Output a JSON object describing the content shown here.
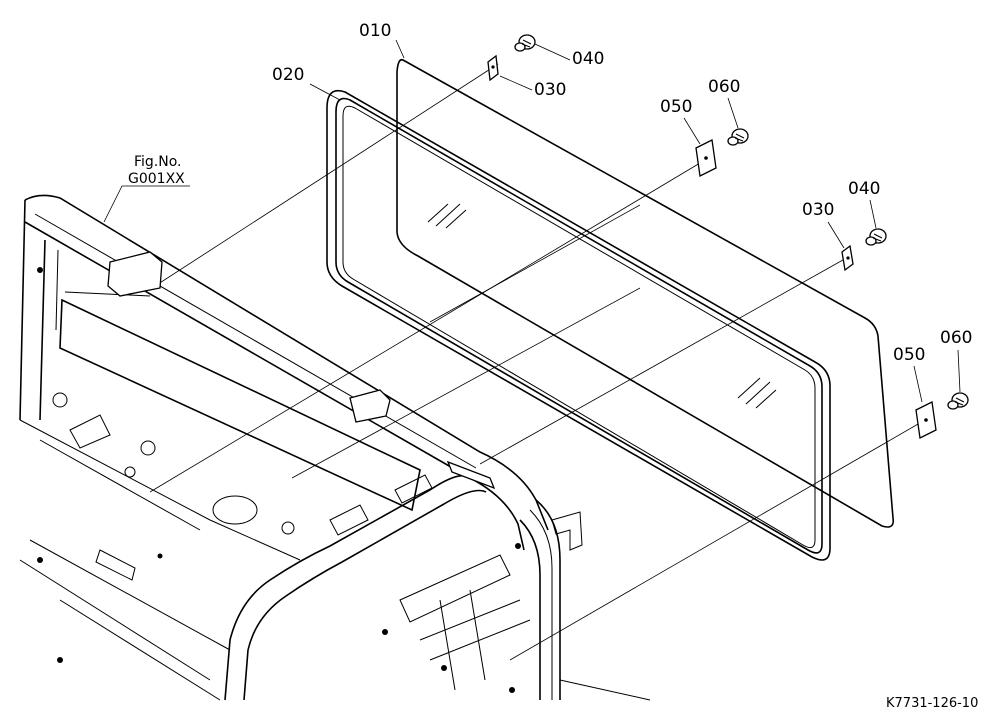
{
  "figure_ref": {
    "line1": "Fig.No.",
    "line2": "G001XX"
  },
  "drawing_code": "K7731-126-10",
  "callouts": {
    "c010": "010",
    "c020": "020",
    "c030a": "030",
    "c040a": "040",
    "c050a": "050",
    "c060a": "060",
    "c030b": "030",
    "c040b": "040",
    "c050b": "050",
    "c060b": "060"
  }
}
